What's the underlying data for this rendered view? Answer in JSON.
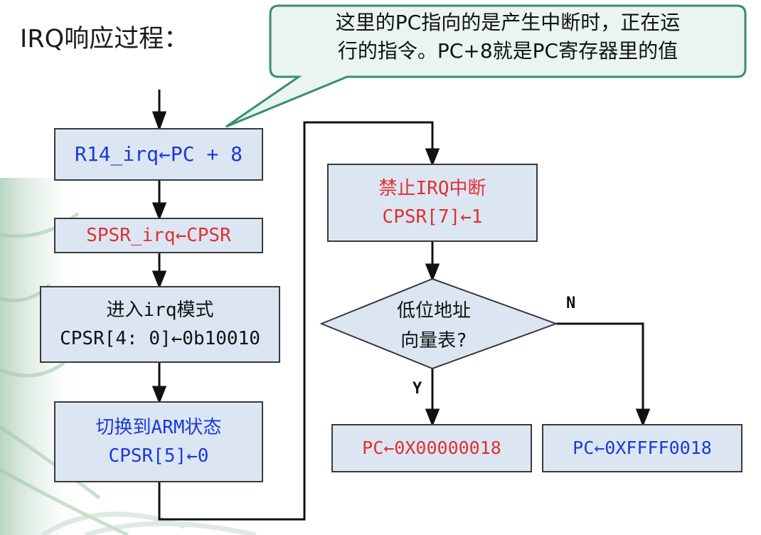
{
  "title": "IRQ响应过程：",
  "callout": {
    "line1": "这里的PC指向的是产生中断时，正在运",
    "line2": "行的指令。PC+8就是PC寄存器里的值"
  },
  "flow": {
    "box1": "R14_irq←PC + 8",
    "box2": "SPSR_irq←CPSR",
    "box3": {
      "line1": "进入irq模式",
      "line2": "CPSR[4: 0]←0b10010"
    },
    "box4": {
      "line1": "切换到ARM状态",
      "line2": "CPSR[5]←0"
    },
    "box5": {
      "line1": "禁止IRQ中断",
      "line2": "CPSR[7]←1"
    },
    "decision": {
      "line1": "低位地址",
      "line2": "向量表?"
    },
    "yes_label": "Y",
    "no_label": "N",
    "box_yes": "PC←0X00000018",
    "box_no": "PC←0XFFFF0018"
  },
  "colors": {
    "box_fill": "#dce6f3",
    "callout_fill": "#eaf5ef",
    "callout_border": "#3a8c74",
    "blue_text": "#1a3ad8",
    "red_text": "#e03030"
  }
}
